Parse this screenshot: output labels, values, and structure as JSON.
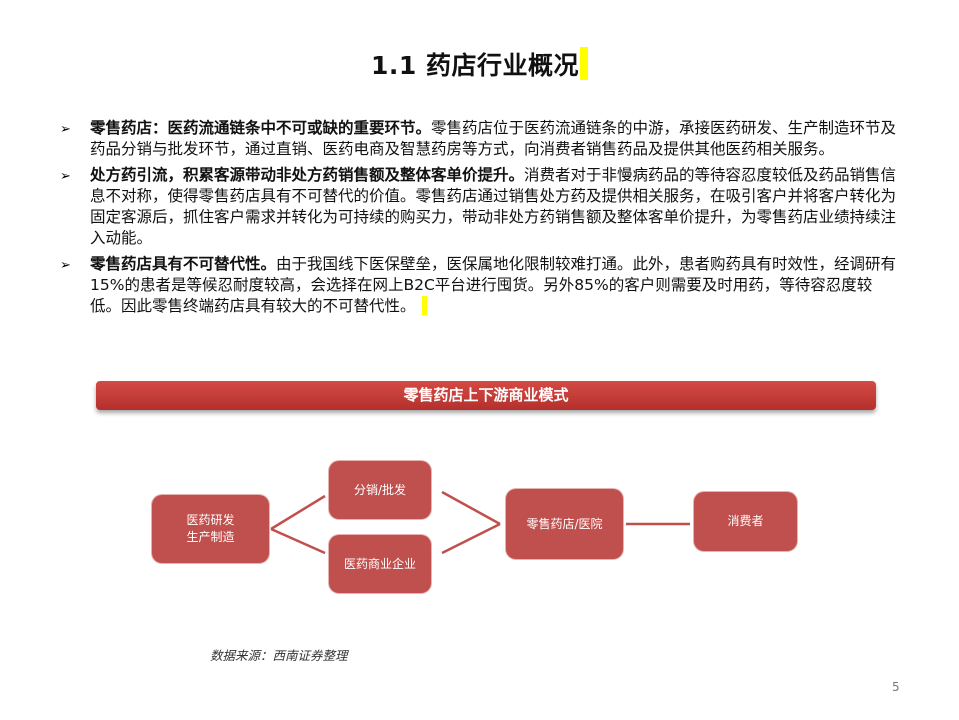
{
  "title": "1.1 药店行业概况",
  "bullets": [
    {
      "marker": "➢",
      "bold": "零售药店：医药流通链条中不可或缺的重要环节。",
      "text": "零售药店位于医药流通链条的中游，承接医药研发、生产制造环节及药品分销与批发环节，通过直销、医药电商及智慧药房等方式，向消费者销售药品及提供其他医药相关服务。"
    },
    {
      "marker": "➢",
      "bold": "处方药引流，积累客源带动非处方药销售额及整体客单价提升。",
      "text": "消费者对于非慢病药品的等待容忍度较低及药品销售信息不对称，使得零售药店具有不可替代的价值。零售药店通过销售处方药及提供相关服务，在吸引客户并将客户转化为固定客源后，抓住客户需求并转化为可持续的购买力，带动非处方药销售额及整体客单价提升，为零售药店业绩持续注入动能。"
    },
    {
      "marker": "➢",
      "bold": "零售药店具有不可替代性。",
      "text": "由于我国线下医保壁垒，医保属地化限制较难打通。此外，患者购药具有时效性，经调研有15%的患者是等候忍耐度较高，会选择在网上B2C平台进行囤货。另外85%的客户则需要及时用药，等待容忍度较低。因此零售终端药店具有较大的不可替代性。"
    }
  ],
  "diagram": {
    "banner": "零售药店上下游商业模式",
    "nodes": {
      "rd": {
        "line1": "医药研发",
        "line2": "生产制造"
      },
      "distribution": "分销/批发",
      "commercial": "医药商业企业",
      "retail": "零售药店/医院",
      "consumer": "消费者"
    },
    "colors": {
      "node": "#c0504d",
      "banner": "#c33b37",
      "line": "#c0504d"
    }
  },
  "source": "数据来源：西南证券整理",
  "page_number": "5"
}
